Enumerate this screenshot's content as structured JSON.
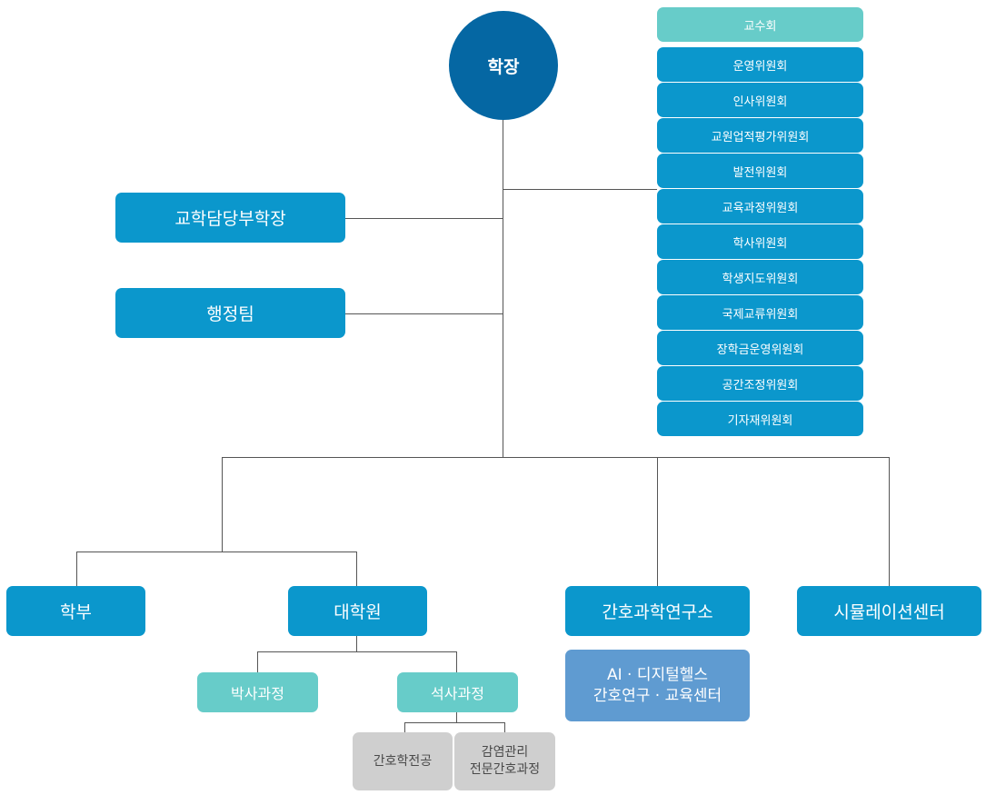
{
  "president": "학장",
  "vice_dean": "교학담당부학장",
  "admin_team": "행정팀",
  "committees": [
    "교수회",
    "운영위원회",
    "인사위원회",
    "교원업적평가위원회",
    "발전위원회",
    "교육과정위원회",
    "학사위원회",
    "학생지도위원회",
    "국제교류위원회",
    "장학금운영위원회",
    "공간조정위원회",
    "기자재위원회"
  ],
  "units": {
    "undergrad": "학부",
    "graduate": "대학원",
    "research_institute": "간호과학연구소",
    "simulation_center": "시뮬레이션센터"
  },
  "graduate_programs": {
    "doctoral": "박사과정",
    "masters": "석사과정"
  },
  "masters_tracks": {
    "nursing_major": "간호학전공",
    "infection_control": [
      "감염관리",
      "전문간호과정"
    ]
  },
  "ai_center": [
    "AI · 디지털헬스",
    "간호연구 · 교육센터"
  ],
  "colors": {
    "president": "#0567a3",
    "primary": "#0b97cc",
    "mint": "#67ccc9",
    "grey": "#cfcfcf",
    "steel": "#5f9bd1",
    "line": "#555555"
  }
}
